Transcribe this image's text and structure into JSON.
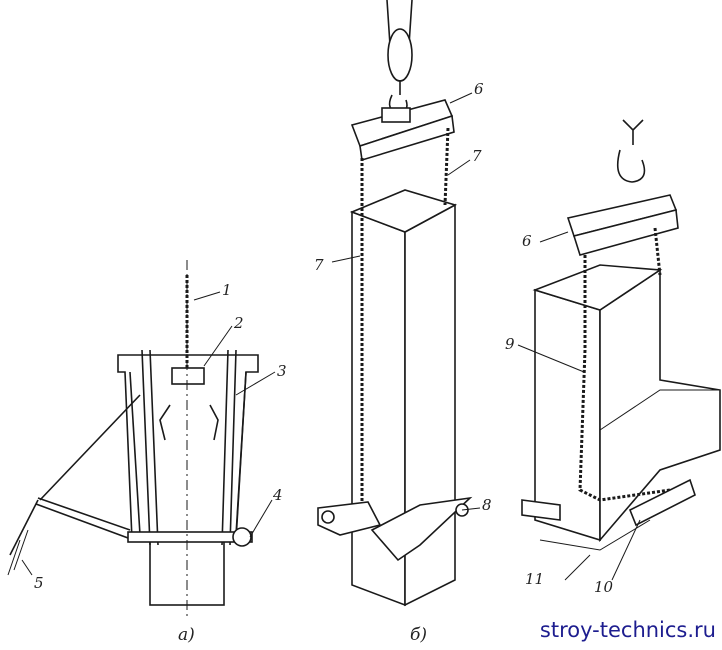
{
  "labels": {
    "l1": "1",
    "l2": "2",
    "l3": "3",
    "l4": "4",
    "l5": "5",
    "l6a": "6",
    "l7a": "7",
    "l7b": "7",
    "l8": "8",
    "l6b": "6",
    "l9": "9",
    "l10": "10",
    "l11": "11"
  },
  "captions": {
    "a": "а)",
    "b": "б)"
  },
  "watermark": "stroy-technics.ru"
}
